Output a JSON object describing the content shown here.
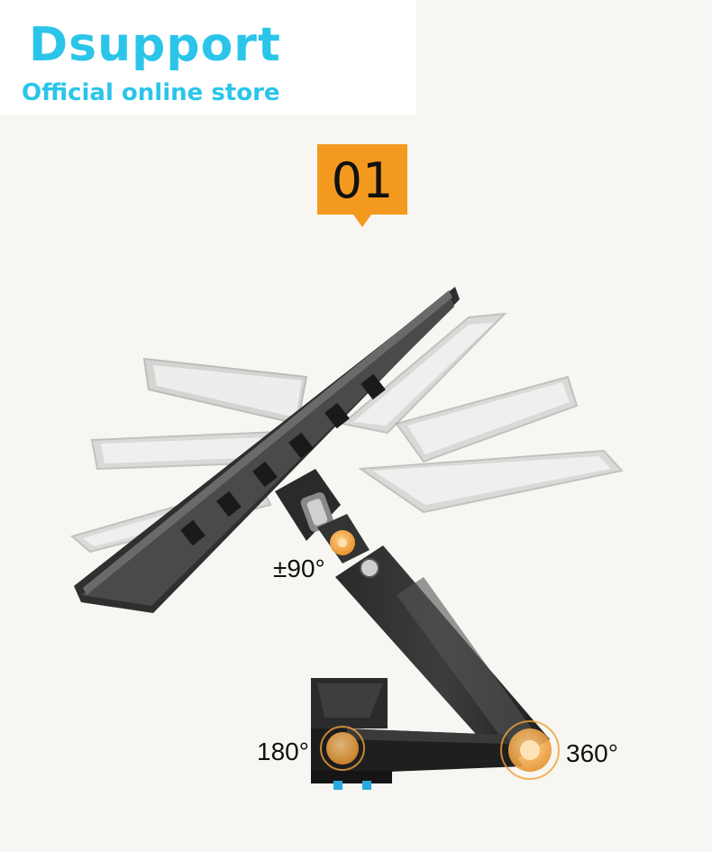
{
  "brand": {
    "title": "Dsupport",
    "subtitle": "Official online store",
    "color": "#2bc5ea"
  },
  "step": {
    "number": "01",
    "color": "#f39a1e"
  },
  "angles": {
    "tilt": "±90°",
    "swivel_left": "180°",
    "swivel_right": "360°",
    "joint_color": "#f0a23a"
  }
}
